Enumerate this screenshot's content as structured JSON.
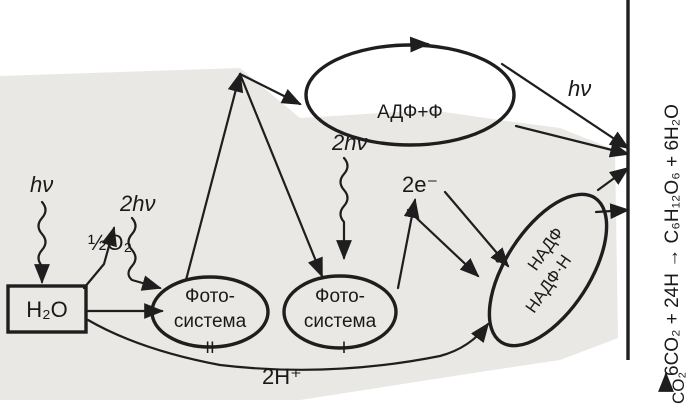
{
  "diagram": {
    "water": {
      "text": "H₂O"
    },
    "half_oxygen": {
      "text": "½O₂"
    },
    "light_1": {
      "text": "hν"
    },
    "light_2": {
      "text": "2hν"
    },
    "light_3": {
      "text": "2hν"
    },
    "light_4": {
      "text": "hν"
    },
    "electrons": {
      "text": "2e⁻"
    },
    "photosystem_2": {
      "line1": "Фото-",
      "line2": "система",
      "roman": "II"
    },
    "photosystem_1": {
      "line1": "Фото-",
      "line2": "система",
      "roman": "I"
    },
    "atp_cycle": {
      "text": "АДФ+Ф"
    },
    "nadp_cycle": {
      "top": "НАДФ",
      "bottom": "НАДФ·Н"
    },
    "protons": {
      "text": "2H⁺"
    },
    "equation": {
      "text": "6CO₂ + 24H → C₆H₁₂O₆ + 6H₂O"
    },
    "co2_input": {
      "text": "CO₂"
    },
    "colors": {
      "ink": "#1e1e1e",
      "paper": "#ffffff",
      "shade": "#d7d5d0"
    }
  }
}
